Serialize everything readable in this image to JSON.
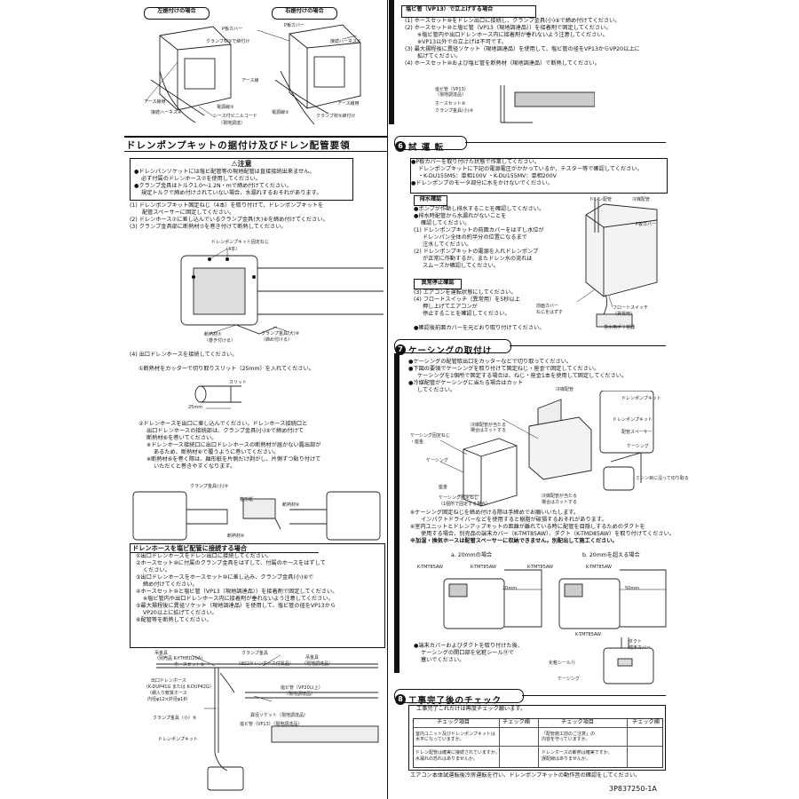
{
  "top_left": {
    "left_label": "左据付けの場合",
    "right_label": "右据付けの場合",
    "labels_left": [
      "アース線用",
      "接続ハーネス④",
      "電源線③",
      "シース付ビニルコード",
      "（現地調達）"
    ],
    "labels_right": [
      "P板カバー",
      "P板カバー",
      "クランプ材⑤で締付け",
      "接続ハーネス④",
      "アース線",
      "アース線用",
      "電源線③",
      "クランプ材⑤締付け"
    ]
  },
  "section_drain": {
    "header": "ドレンポンプキットの据付け及びドレン配管要領",
    "caution_title": "⚠注意",
    "caution_lines": [
      "ドレンパンソケットには塩ビ配管等の現地配管は直接接続出来ません。",
      "必ず付属のドレンホース⑦を使用してください。",
      "クランプ金具はトルク1.0～1.2N・mで締め付けてください。",
      "規定トルクで締め付けされていない場合、水漏れするおそれがあります。"
    ],
    "steps": [
      "(1) ドレンポンプキット固定ねじ（4本）を取り付けて、ドレンポンプキットを",
      "配管スペーサーに固定してください。",
      "(2) ドレンホース⑦に差し込んでいるクランプ金具(大)⑧を締め付けてください。",
      "(3) クランプ金具部に断熱材⑦を巻き付けて断熱してください。"
    ],
    "fig1_labels": [
      "ドレンポンプキット固定ねじ",
      "（4本）",
      "断熱材⑦",
      "（巻き付ける）",
      "クランプ金具(大)⑧",
      "（締め付ける）"
    ],
    "step4": "(4) 出口ドレンホースを接続してください。",
    "step4_1": "①断熱材をカッターで切り取りスリット（25mm）を入れてください。",
    "slit_label": "スリット",
    "slit_dim": "25mm",
    "step4_2": [
      "②ドレンホースを出口に差し込んでください。ドレンホース接続口と",
      "出口ドレンホースの接続部は、クランプ金具(小)⑨で締め付けて",
      "断熱材⑥を巻いてください。",
      "※ドレンホース接続口に出口ドレンホースの断熱材が届かない露出部が",
      "あるため、断熱材⑥で覆うように巻いてください。",
      "※断熱材⑥を巻く際は、離形紙を片側だけ剥がし、片側ずつ貼り付けて",
      "いただくと巻きやすくなります。"
    ],
    "fig2_labels": [
      "クランプ金具(小)⑨",
      "離形紙",
      "断熱材⑥",
      "断熱材⑥"
    ],
    "subheader": "ドレンホースを塩ビ配管に接続する場合",
    "sub_steps": [
      "①出口ドレンホースをドレン出口に接続してください。",
      "②ホースセット⑩に付属のクランプ金具をはずして、付属のホースをはずして",
      "ください。",
      "③出口ドレンホースをホースセット⑩に差し込み、クランプ金具(小)⑨で",
      "締め付けてください。",
      "④ホースセット⑩と塩ビ管（VP13（現地調達品））を接着剤で固定してください。",
      "※塩ビ管内や出口ドレンホース内に接着剤が垂れないよう注意してください。",
      "⑤最大揚程後に異径ソケット（現地調達品）を使用して、塩ビ管の径をVP13から",
      "VP20以上に拡げてください。",
      "⑥配管等を断熱してください。"
    ],
    "fig3_labels": [
      "吊金具",
      "（別売品 K-YTHED20A）",
      "ホースセット⑩",
      "クランプ金具",
      "（出口ドレンホース付属品）",
      "吊金具",
      "（現地調達品）",
      "出口ドレンホース",
      "（K-DUP41G または K-DUP42G）",
      "（網入り軟質ホース",
      "内径φ12×外径φ18）",
      "塩ビ管（VP20以上）",
      "（現地調達品）",
      "異径ソケット（現地調達品）",
      "クランプ金具（小）⑨",
      "塩ビ管（VP13）（現地調達品）",
      "ドレンポンプキット"
    ]
  },
  "section_vp13": {
    "title": "塩ビ管（VP13）で立上げする場合",
    "lines": [
      "(1) ホースセット⑩をドレン出口に接続し、クランプ金具(小)⑨で締め付けてください。",
      "(2) ホースセット⑩と塩ビ管（VP13（現地調達品））を接着剤で固定してください。",
      "※塩ビ管内や出口ドレンホース内に接着剤が垂れないよう注意してください。",
      "※VP13以外での立上げは不可です。",
      "(3) 最大揚程後に異径ソケット（現地調達品）を使用して、塩ビ管の径をVP13からVP20以上に",
      "拡げてください。",
      "(4) ホースセット⑩および塩ビ管を断熱材（現地調達品）で断熱してください。"
    ],
    "fig_labels": [
      "塩ビ管（VP13）",
      "（現地調達品）",
      "ホースセット⑩",
      "クランプ金具(小)⑨"
    ]
  },
  "section6": {
    "number": "6",
    "header": "試 運 転",
    "notes": [
      "P板カバーを取り付けた状態で作業してください。",
      "ドレンポンプキットに下記の電源電圧がかかっているか、テスター等で確認してください。",
      "・K-DU155MS：単相100V ・K-DU155MV：単相200V",
      "ドレンポンプのモータ部分に水をかけないでください。"
    ],
    "drain_check_title": "排水確認",
    "drain_check": [
      "ポンプが作動し排水することを確認してください。",
      "排水時配管から水漏れがないことを",
      "確認してください。",
      "(1) ドレンポンプキットの前面カバーをはずし水位が",
      "ドレンパン全体の約半分の位置になるまで",
      "注水してください。",
      "(2) ドレンポンプキットの電源を入れドレンポンプ",
      "が正常に作動するか、またドレン水の流れは",
      "スムーズか確認してください。"
    ],
    "abnormal_title": "異常停止確認",
    "abnormal": [
      "(3) エアコンを運転状態にしてください。",
      "(4) フロートスイッチ（異常用）を5秒以上",
      "押し上げてエアコンが",
      "停止することを確認してください。"
    ],
    "final_note": "確認後前面カバーを元どおり取り付けてください。",
    "fig_labels": [
      "ドレン配管",
      "冷媒配管",
      "P板カバー",
      "前面カバー",
      "ねじをはずす",
      "フロートスイッチ",
      "（異常用）",
      "排水用ポリ容器"
    ]
  },
  "section7": {
    "number": "7",
    "header": "ケーシングの取付け",
    "notes": [
      "ケーシングの配管取出口をカッターなどで切り取ってください。",
      "下図の要領でケーシングを取り付けて固定ねじ・座金で固定してください。",
      "ケーシングを1個所で固定する場合は、ねじ・座金1本を使用して固定してください。",
      "冷媒配管がケーシングに当たる場合はカット",
      "してください。"
    ],
    "fig_labels": [
      "冷媒配管",
      "ドレンポンプキット",
      "冷媒配管が当たる",
      "場合はカットする",
      "ケーシング固定ねじ",
      "・座金",
      "ケーシング",
      "座金",
      "ケーシング固定ねじ",
      "（1個所で固定する場合）",
      "冷媒配管が当たる",
      "場合はカットする",
      "ドレンポンプキット",
      "配管スペーサー",
      "ケーシング",
      "ミシン目に沿って切り取る"
    ],
    "notes2": [
      "※ケーシング固定ねじを締め付ける際は手締めでお願いいたします。",
      "インパクトドライバーなどを使用すると樹脂が破損するおそれがあります。",
      "※室内ユニットとドレンアップキットの距離が離れている時に配管を目隠しするためのダクトを",
      "使用する場合、別売品の端末カバー（K-TMT85AW）、ダクト（K-TMD85AW）を取り付けてください。",
      "※加湿・換気ホースは配管スペーサーに収納できません。別配出して施工ください。"
    ],
    "case_a": "a. 20mmの場合",
    "case_b": "b. 20mmを超える場合",
    "duct_labels": [
      "K-TMT85AW",
      "K-TMT85AW",
      "K-TMT85AW",
      "K-TMT85AW",
      "K-TMT85AW"
    ],
    "dim_a": "20mm",
    "dim_b": "50mm",
    "duct_notes": [
      "ダクト",
      "端末カバー",
      "化粧シール⑪",
      "ケーシング"
    ],
    "end_note": [
      "端末カバーおよびダクトを取り付けた後、",
      "ケーシングの開口部を化粧シール⑪で",
      "塞いでください。"
    ]
  },
  "section8": {
    "number": "8",
    "header": "工事完了後のチェック",
    "intro": "工事完了これだけは再度チェック願います。",
    "col_item": "チェック項目",
    "col_check": "チェック欄",
    "rows_left": [
      "室内ユニット及びドレンポンプキットは",
      "水平になっていますか。",
      "ドレン配管は確実に接続されていますか。",
      "水漏れの恐れはありませんか。"
    ],
    "rows_right": [
      "「配管施工前のご注意」の",
      "内容を守っていますか。",
      "ドレンホースの断熱は確実ですか。",
      "誤配線はありませんか。"
    ],
    "footer": "エアコン本体試運転後冷房運転を行い、ドレンポンプキットの動作音の確認をしてください。"
  },
  "doc_code": "3P837250-1A"
}
